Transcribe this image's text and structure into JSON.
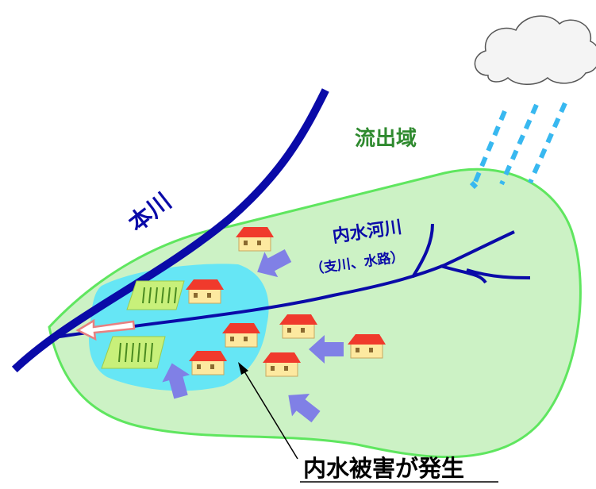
{
  "labels": {
    "main_river": "本川",
    "watershed": "流出域",
    "inland_river": "内水河川",
    "inland_river_sub": "（支川、水路）",
    "caption": "内水被害が発生"
  },
  "colors": {
    "background": "#ffffff",
    "watershed_fill": "#ccf2c5",
    "watershed_stroke": "#5fe65f",
    "flood_fill": "#66e6f5",
    "river": "#0a0aa8",
    "main_river_label": "#0a0aa8",
    "watershed_label": "#2f8a2f",
    "inland_label": "#0a0aa8",
    "caption": "#000000",
    "roof": "#f03a2c",
    "wall": "#fde9a0",
    "arrow": "#8080e6",
    "outflow_arrow": "#e98080",
    "rain": "#38b8f0",
    "field": "#c8f07a"
  },
  "icons": {
    "cloud": "rain-cloud-icon",
    "rain": "rain-drops-icon",
    "house": "house-icon",
    "field": "rice-field-icon",
    "arrow": "water-flow-arrow-icon"
  }
}
